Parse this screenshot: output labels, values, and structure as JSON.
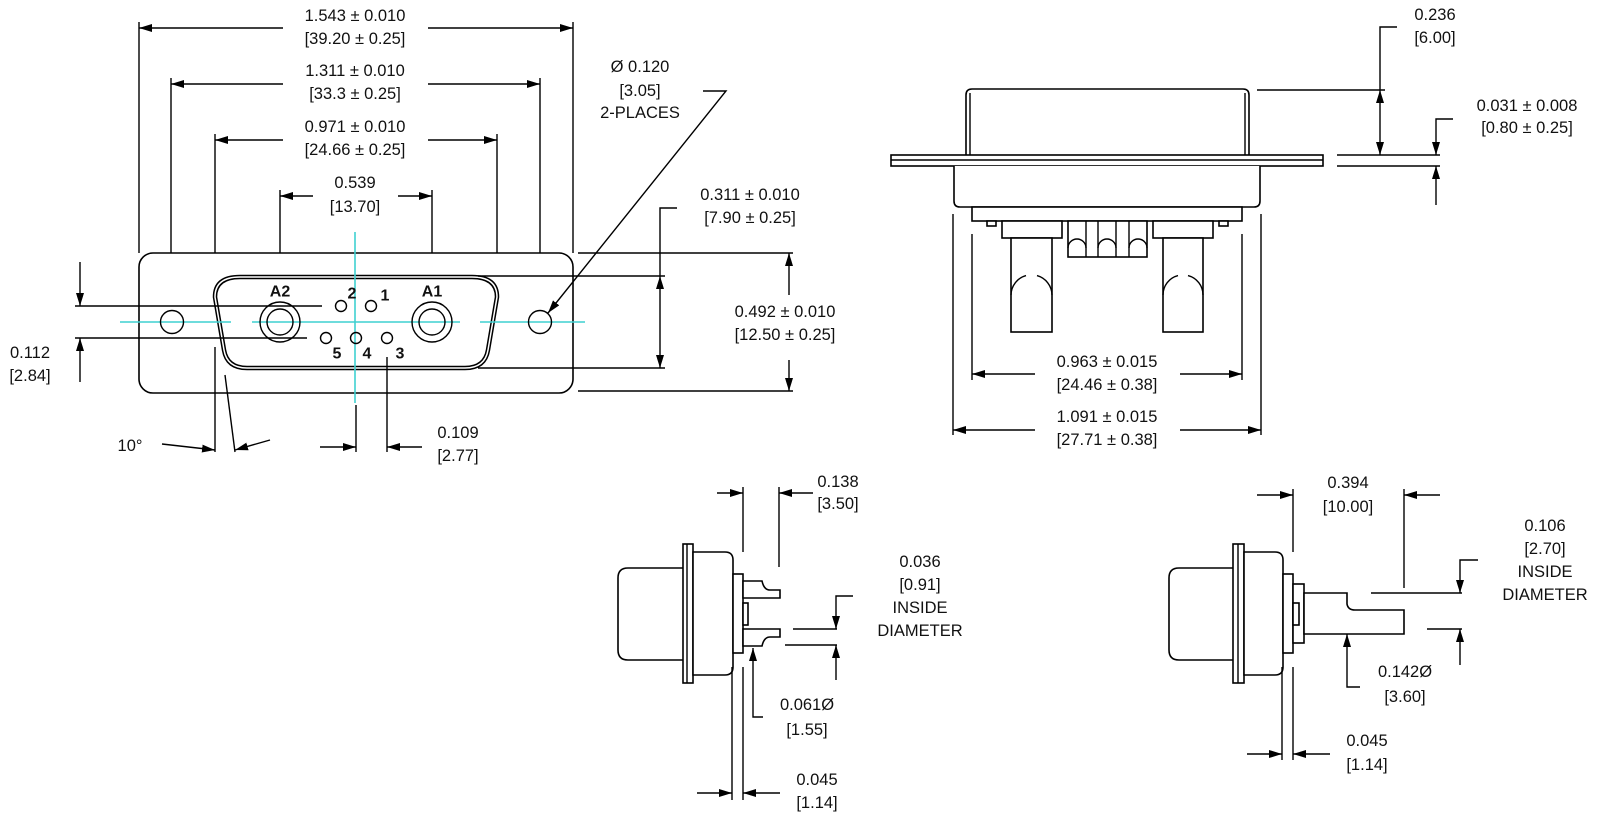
{
  "title": "Connector mechanical drawing",
  "front_view": {
    "dim_overall": [
      "1.543 ± 0.010",
      "[39.20 ± 0.25]"
    ],
    "dim_mount_holes": [
      "1.311 ± 0.010",
      "[33.3 ± 0.25]"
    ],
    "dim_shell": [
      "0.971 ± 0.010",
      "[24.66 ± 0.25]"
    ],
    "dim_coax_pitch": [
      "0.539",
      "[13.70]"
    ],
    "dim_hole_dia": [
      "Ø 0.120",
      "[3.05]",
      "2-PLACES"
    ],
    "dim_shell_height": [
      "0.311 ± 0.010",
      "[7.90 ± 0.25]"
    ],
    "dim_flange_height": [
      "0.492 ± 0.010",
      "[12.50 ± 0.25]"
    ],
    "dim_row_pitch": [
      "0.112",
      "[2.84]"
    ],
    "dim_pin_pitch": [
      "0.109",
      "[2.77]"
    ],
    "angle": "10°",
    "pins": [
      "A2",
      "2",
      "1",
      "A1",
      "5",
      "4",
      "3"
    ]
  },
  "top_view": {
    "dim_height": [
      "0.236",
      "[6.00]"
    ],
    "dim_flange_thickness": [
      "0.031 ± 0.008",
      "[0.80 ± 0.25]"
    ],
    "dim_inner_width": [
      "0.963 ± 0.015",
      "[24.46 ± 0.38]"
    ],
    "dim_outer_width": [
      "1.091 ± 0.015",
      "[27.71 ± 0.38]"
    ]
  },
  "side_view_small": {
    "dim_length": [
      "0.138",
      "[3.50]"
    ],
    "dim_inside": [
      "0.036",
      "[0.91]",
      "INSIDE",
      "DIAMETER"
    ],
    "dim_outer_dia": [
      "0.061Ø",
      "[1.55]"
    ],
    "dim_offset": [
      "0.045",
      "[1.14]"
    ]
  },
  "side_view_large": {
    "dim_length": [
      "0.394",
      "[10.00]"
    ],
    "dim_inside": [
      "0.106",
      "[2.70]",
      "INSIDE",
      "DIAMETER"
    ],
    "dim_outer_dia": [
      "0.142Ø",
      "[3.60]"
    ],
    "dim_offset": [
      "0.045",
      "[1.14]"
    ]
  },
  "colors": {
    "centerline": "#3fd0d0",
    "line": "#000000"
  }
}
